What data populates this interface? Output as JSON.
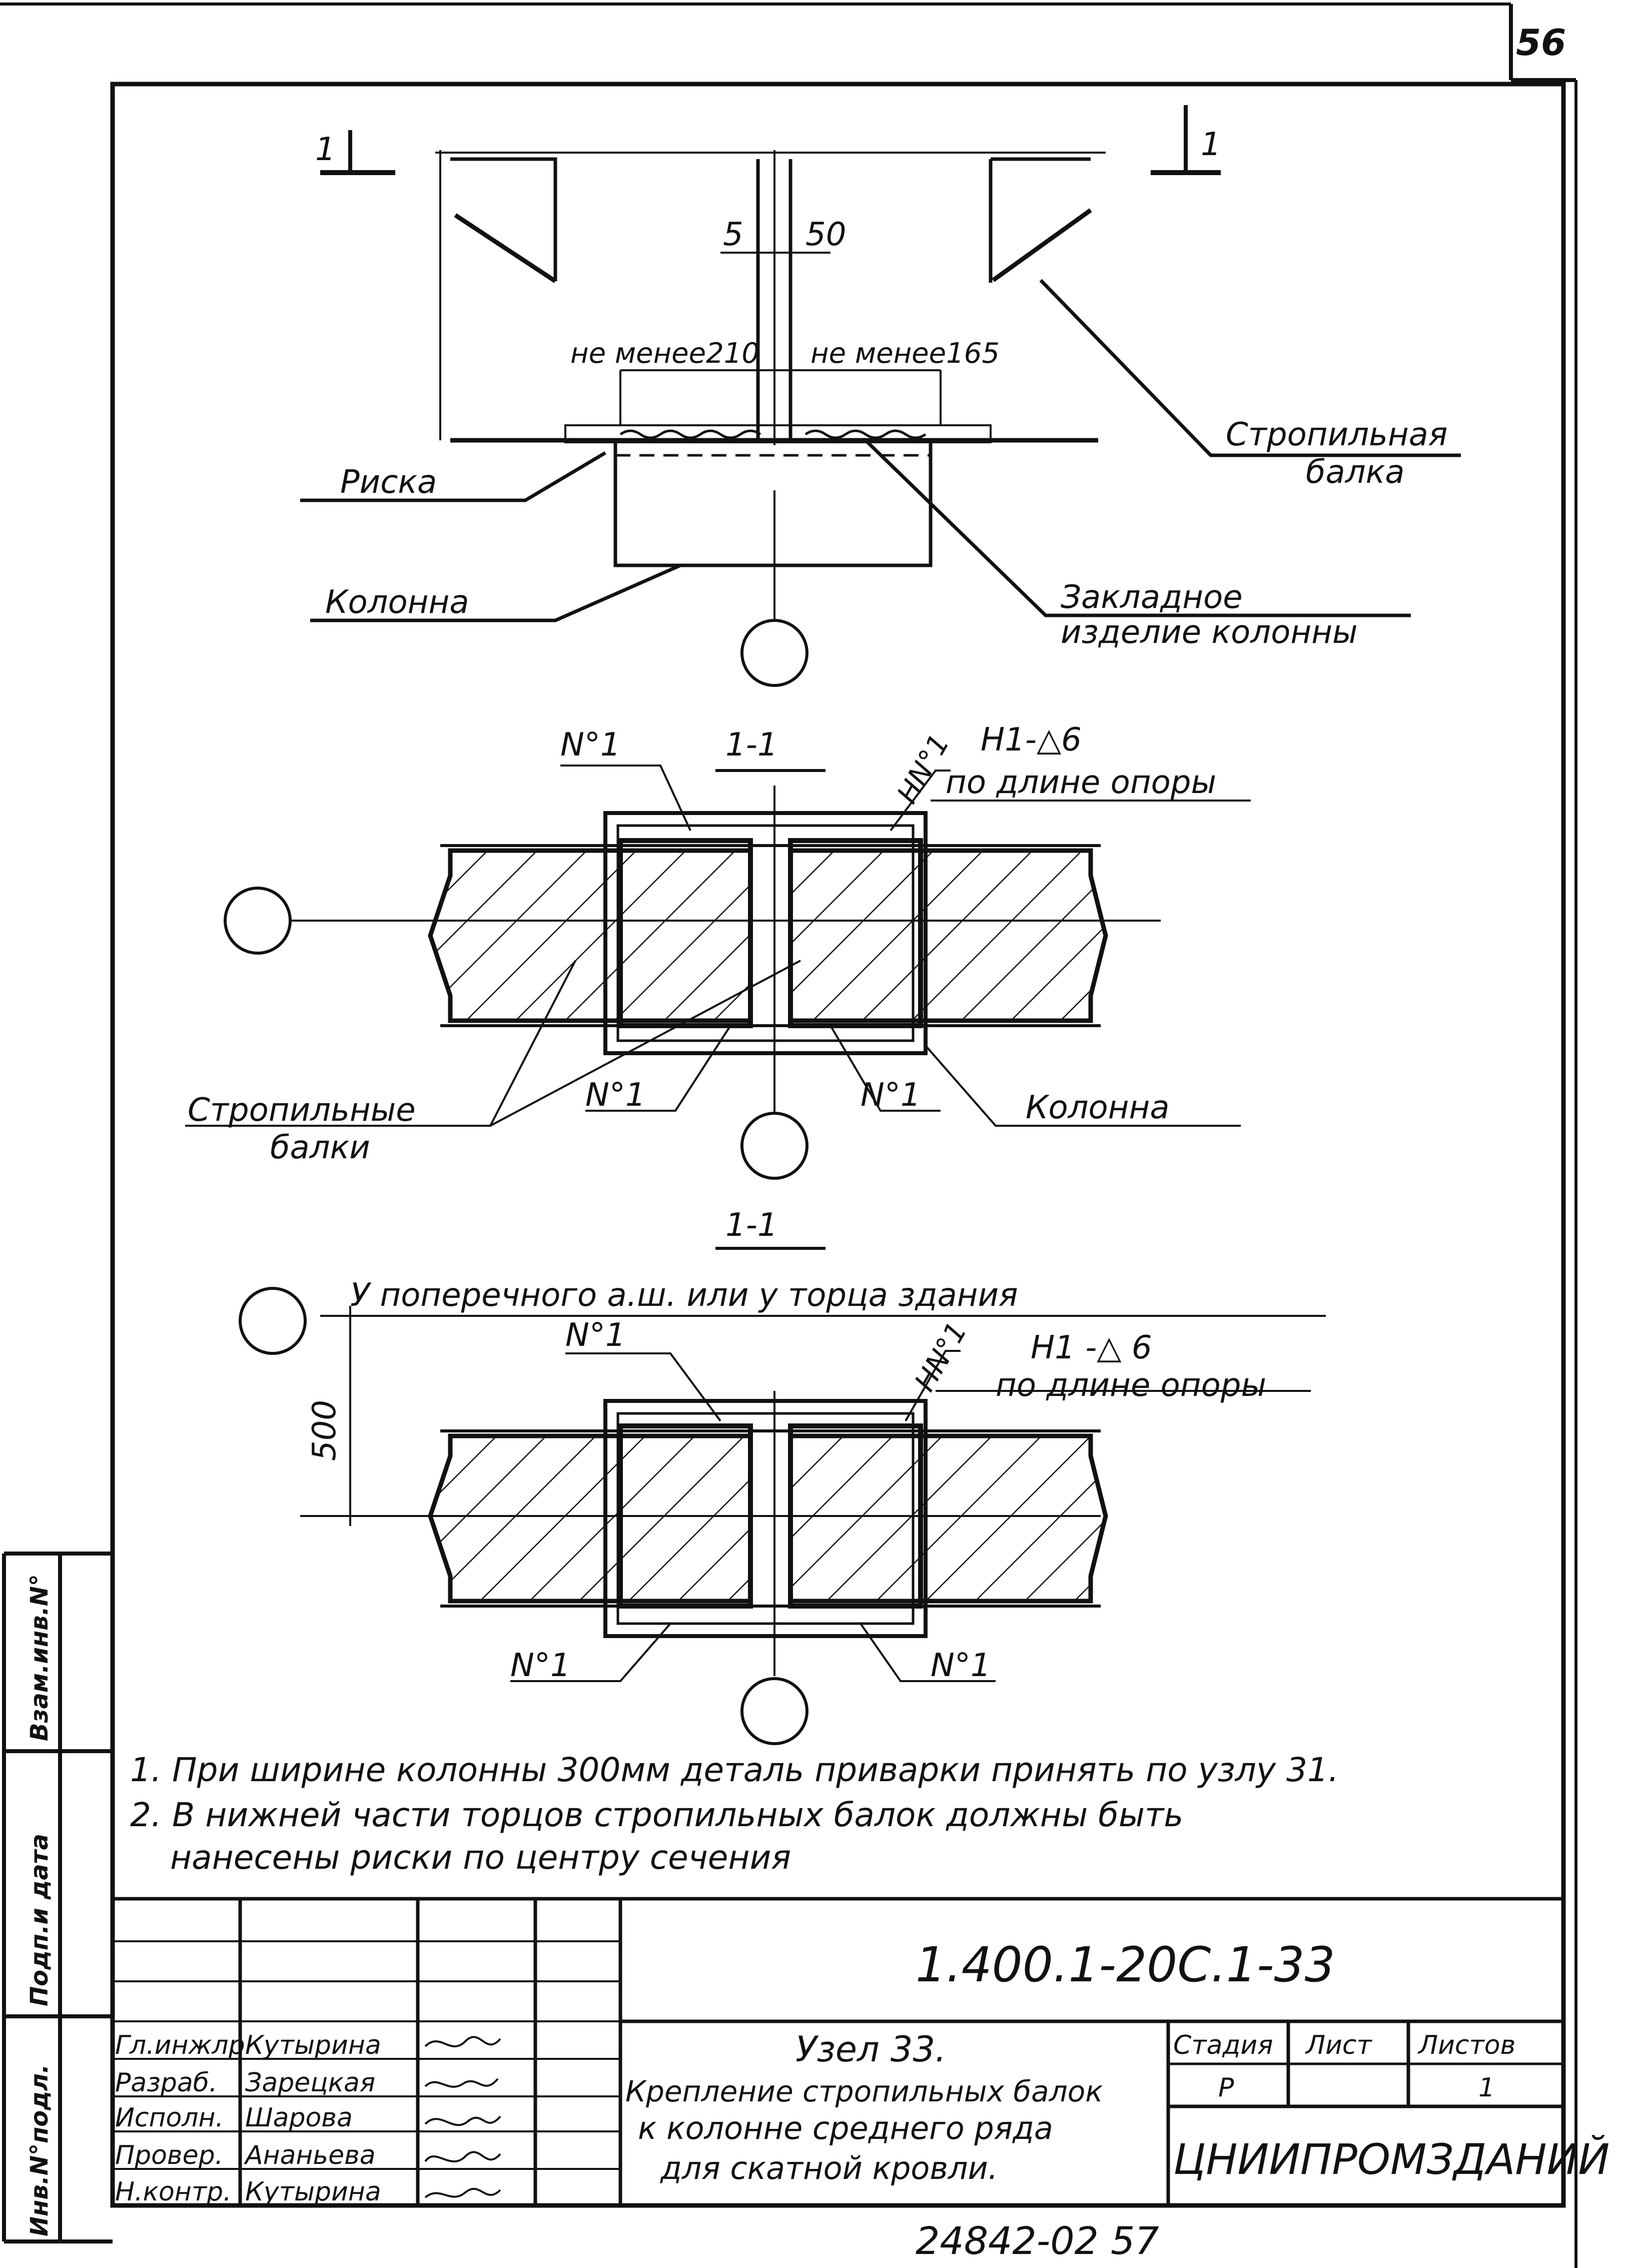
{
  "sheet_number": "56",
  "plan": {
    "section_mark_left": "1",
    "section_mark_right": "1",
    "dim_5": "5",
    "dim_50": "50",
    "min_210": "не менее210",
    "min_165": "не менее165",
    "label_rafter": [
      "Стропильная",
      "балка"
    ],
    "label_mark": "Риска",
    "label_column": "Колонна",
    "label_embed": [
      "Закладное",
      "изделие колонны"
    ]
  },
  "section_a": {
    "title": "1-1",
    "weld_num_top": "N°1",
    "weld_num_bl": "N°1",
    "weld_num_br": "N°1",
    "weld_small": "HN°1",
    "weld_spec": "Н1-△6",
    "weld_length": "по длине опоры",
    "label_rafters": [
      "Стропильные",
      "балки"
    ],
    "label_column": "Колонна"
  },
  "section_b": {
    "title": "1-1",
    "note_cross_axis": "У поперечного а.ш. или у торца здания",
    "weld_num_top": "N°1",
    "weld_num_bl": "N°1",
    "weld_num_br": "N°1",
    "weld_small": "HN°1",
    "weld_spec": "Н1 -△ 6",
    "weld_length": "по длине опоры",
    "dim_500": "500"
  },
  "notes": [
    "1. При ширине колонны 300мм деталь приварки принять по узлу 31.",
    "2. В нижней части торцов стропильных балок должны быть",
    "нанесены риски по центру сечения"
  ],
  "title_block": {
    "doc_code": "1.400.1-20С.1-33",
    "roles": [
      "Гл.инжлр",
      "Разраб.",
      "Исполн.",
      "Провер.",
      "Н.контр."
    ],
    "names": [
      "Кутырина",
      "Зарецкая",
      "Шарова",
      "Ананьева",
      "Кутырина"
    ],
    "node_title": "Узел 33.",
    "description": [
      "Крепление стропильных балок",
      "к колонне среднего ряда",
      "для скатной кровли."
    ],
    "stage_header": "Стадия",
    "sheet_header": "Лист",
    "sheets_header": "Листов",
    "stage_value": "Р",
    "sheets_value": "1",
    "organization": "ЦНИИПРОМЗДАНИЙ"
  },
  "side_labels": [
    "Взам.инв.N°",
    "Подп.и дата",
    "Инв.N°подл."
  ],
  "footer": "24842-02  57"
}
